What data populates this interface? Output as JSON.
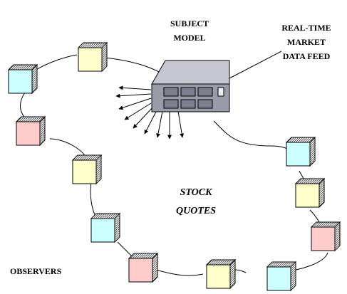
{
  "labels": {
    "subject_model": [
      "SUBJECT",
      "MODEL"
    ],
    "market_feed": [
      "REAL-TIME",
      "MARKET",
      "DATA FEED"
    ],
    "stock_quotes": [
      "STOCK",
      "QUOTES"
    ],
    "observers": "OBSERVERS"
  },
  "colors": {
    "observer_yellow": "#ffffcc",
    "observer_cyan": "#ccffff",
    "observer_pink": "#ffcccc",
    "server_body": "#9a9aa8",
    "server_top": "#c6c6d0",
    "line": "#000000"
  },
  "icons": {
    "subject": "server-icon",
    "observer": "cube-icon"
  }
}
